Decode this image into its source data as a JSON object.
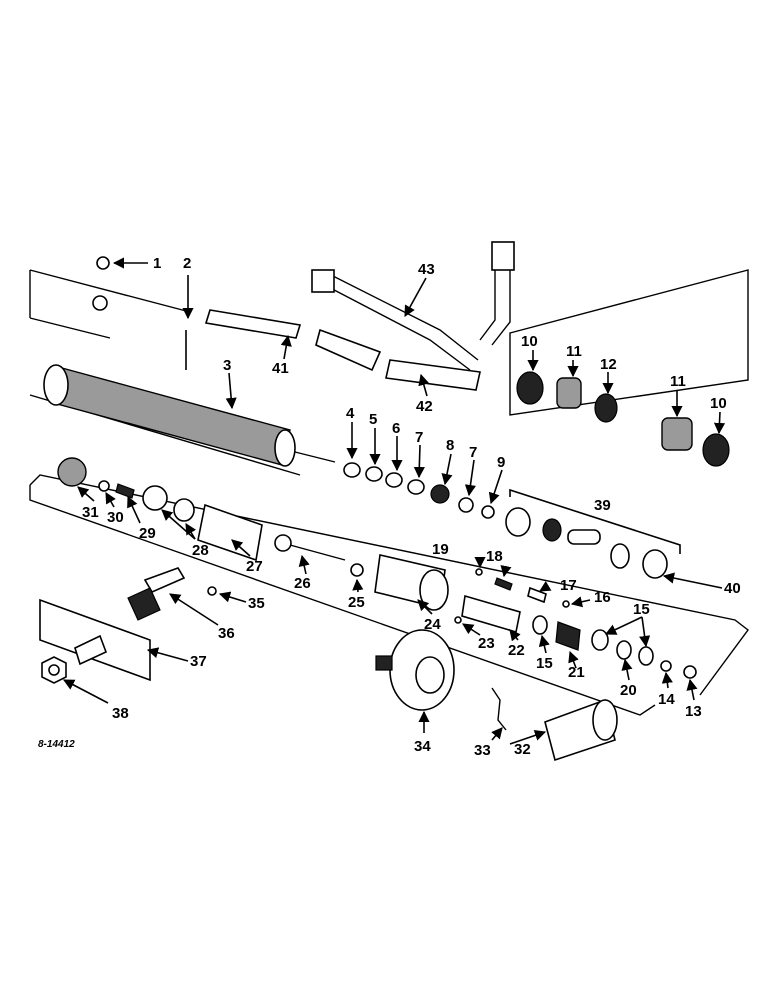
{
  "drawing_number": "8-14412",
  "callouts": [
    "1",
    "2",
    "3",
    "4",
    "5",
    "6",
    "7",
    "8",
    "7",
    "9",
    "10",
    "11",
    "12",
    "11",
    "10",
    "39",
    "40",
    "41",
    "42",
    "43",
    "31",
    "30",
    "29",
    "28",
    "27",
    "26",
    "25",
    "24",
    "19",
    "18",
    "17",
    "16",
    "15",
    "15",
    "22",
    "23",
    "21",
    "20",
    "14",
    "13",
    "35",
    "36",
    "37",
    "38",
    "34",
    "33",
    "32"
  ],
  "colors": {
    "ink": "#000000",
    "paper": "#ffffff"
  }
}
